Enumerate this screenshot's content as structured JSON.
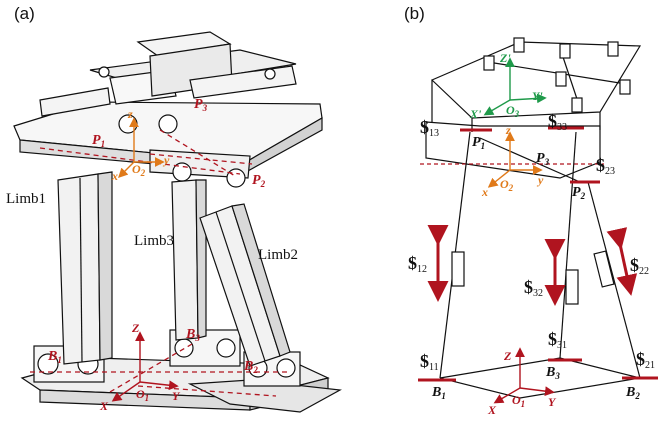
{
  "panels": {
    "a": {
      "label": "(a)"
    },
    "b": {
      "label": "(b)"
    }
  },
  "colors": {
    "red": "#b0141f",
    "orange": "#e07a1a",
    "green": "#1f9a4a",
    "line": "#111111"
  },
  "labels_a": {
    "p1": "P",
    "p1_sub": "1",
    "p2": "P",
    "p2_sub": "2",
    "p3": "P",
    "p3_sub": "3",
    "o2": "O",
    "o2_sub": "2",
    "x": "x",
    "y": "y",
    "z": "z",
    "limb1": "Limb1",
    "limb2": "Limb2",
    "limb3": "Limb3",
    "b1": "B",
    "b1_sub": "1",
    "b2": "B",
    "b2_sub": "2",
    "b3": "B",
    "b3_sub": "3",
    "Z": "Z",
    "X": "X",
    "Y": "Y",
    "o1": "O",
    "o1_sub": "1"
  },
  "labels_b": {
    "Z_prime": "Z'",
    "X_prime": "X'",
    "Y_prime": "Y'",
    "o3": "O",
    "o3_sub": "3",
    "s_sym": "$",
    "s13": "13",
    "s33": "33",
    "s23": "23",
    "s12": "12",
    "s22": "22",
    "s32": "32",
    "s11": "11",
    "s21": "21",
    "s31": "31",
    "p1": "P",
    "p1_sub": "1",
    "p2": "P",
    "p2_sub": "2",
    "p3": "P",
    "p3_sub": "3",
    "o2": "O",
    "o2_sub": "2",
    "x": "x",
    "y": "y",
    "z": "z",
    "b1": "B",
    "b1_sub": "1",
    "b2": "B",
    "b2_sub": "2",
    "b3": "B",
    "b3_sub": "3",
    "Z": "Z",
    "X": "X",
    "Y": "Y",
    "o1": "O",
    "o1_sub": "1"
  }
}
